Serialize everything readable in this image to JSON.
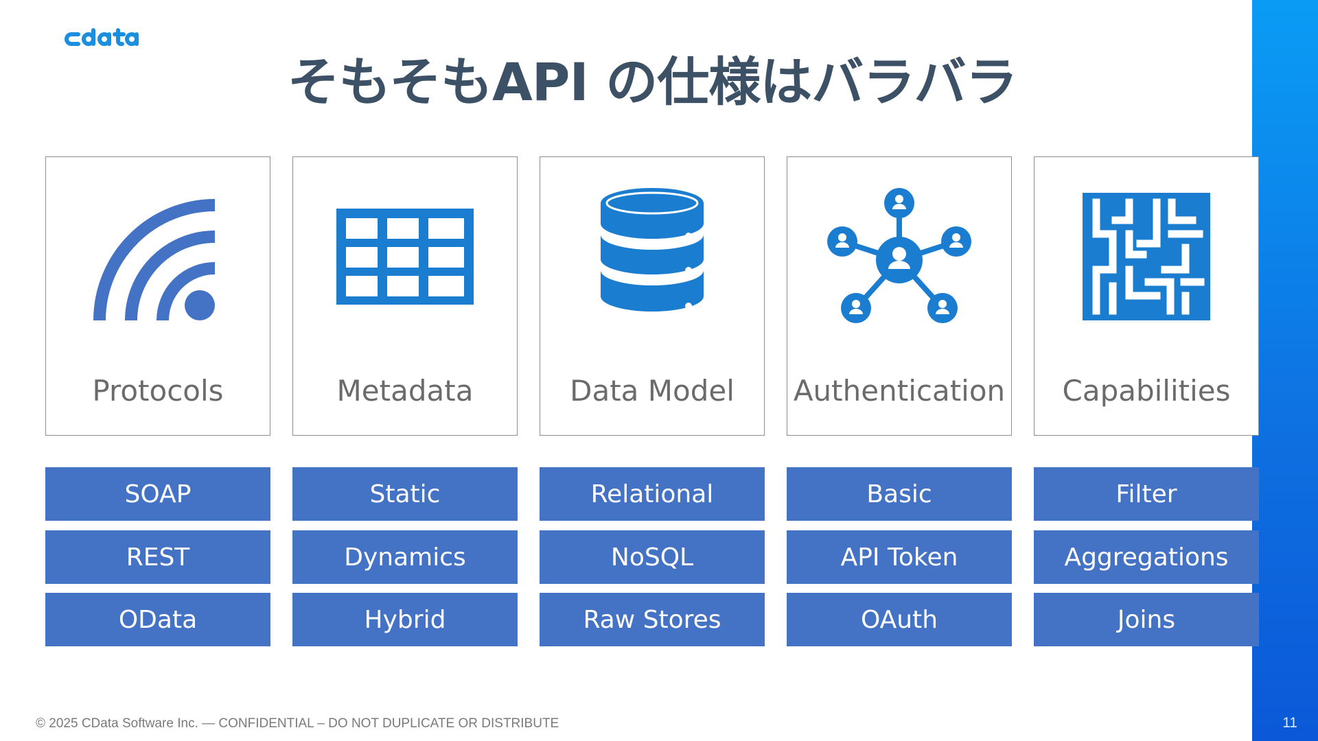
{
  "logo_text": "cdata",
  "title": "そもそもAPI の仕様はバラバラ",
  "columns": [
    {
      "label": "Protocols",
      "icon": "wifi-icon",
      "items": [
        "SOAP",
        "REST",
        "OData"
      ]
    },
    {
      "label": "Metadata",
      "icon": "table-grid-icon",
      "items": [
        "Static",
        "Dynamics",
        "Hybrid"
      ]
    },
    {
      "label": "Data Model",
      "icon": "database-icon",
      "items": [
        "Relational",
        "NoSQL",
        "Raw Stores"
      ]
    },
    {
      "label": "Authentication",
      "icon": "user-network-icon",
      "items": [
        "Basic",
        "API Token",
        "OAuth"
      ]
    },
    {
      "label": "Capabilities",
      "icon": "maze-icon",
      "items": [
        "Filter",
        "Aggregations",
        "Joins"
      ]
    }
  ],
  "footer": "© 2025 CData Software Inc. — CONFIDENTIAL – DO NOT DUPLICATE OR DISTRIBUTE",
  "page_number": "11",
  "colors": {
    "accent_blue": "#4472c4",
    "icon_blue": "#1a7dd0",
    "title": "#3d5166",
    "side_bar": "#0e6fe0"
  }
}
